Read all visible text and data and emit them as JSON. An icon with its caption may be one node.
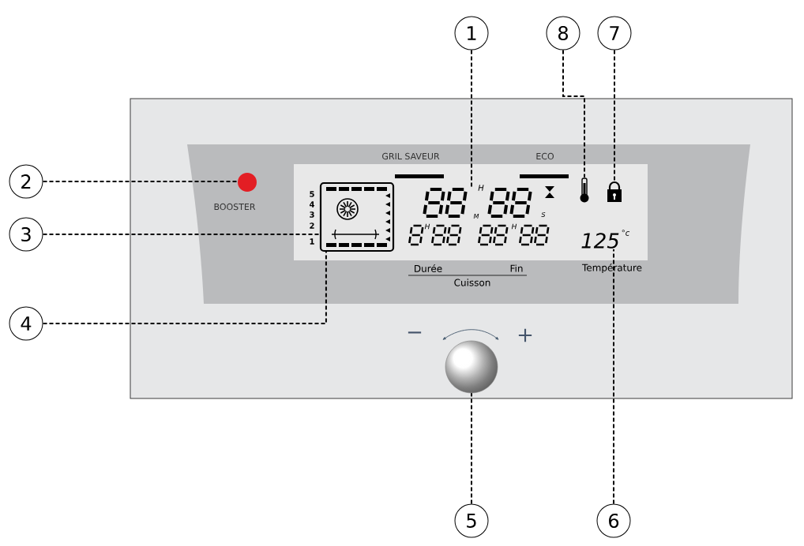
{
  "diagram": {
    "nodes": [
      {
        "text": [
          "1"
        ]
      },
      {
        "text": [
          "8"
        ]
      },
      {
        "text": [
          "7"
        ]
      },
      {
        "text": [
          "2"
        ]
      },
      {
        "text": [
          "3"
        ]
      },
      {
        "text": [
          "4"
        ]
      },
      {
        "text": [
          "5"
        ]
      },
      {
        "text": [
          "6"
        ]
      },
      {
        "text": [],
        "shape": "circle"
      },
      {
        "text": [],
        "shape": "box"
      },
      {
        "text": [],
        "shape": "box"
      },
      {
        "text": [],
        "shape": "box"
      },
      {
        "text": [],
        "shape": "box"
      },
      {
        "text": [],
        "shape": "circle"
      },
      {
        "text": [
          "125"
        ]
      }
    ],
    "edges": [
      {
        "from": 0,
        "to": 10,
        "arrow": "none",
        "style": "dashed"
      },
      {
        "from": 1,
        "to": 11,
        "arrow": "none",
        "style": "dashed"
      },
      {
        "from": 2,
        "to": 12,
        "arrow": "none",
        "style": "dashed"
      },
      {
        "from": 3,
        "to": 8,
        "arrow": "none",
        "style": "dashed"
      },
      {
        "from": 4,
        "to": 9,
        "arrow": "none",
        "style": "dashed"
      },
      {
        "from": 5,
        "to": 9,
        "arrow": "none",
        "style": "dashed"
      },
      {
        "from": 6,
        "to": 13,
        "arrow": "none",
        "style": "dashed"
      },
      {
        "from": 7,
        "to": 14,
        "arrow": "none",
        "style": "dashed"
      }
    ],
    "labels": [
      "GRIL SAVEUR",
      "ECO",
      "BOOSTER",
      "5",
      "4",
      "3",
      "2",
      "1",
      "H",
      "M",
      "S",
      "H",
      "H",
      "°c",
      "Durée",
      "Fin",
      "Cuisson",
      "Température",
      "−",
      "+"
    ]
  }
}
